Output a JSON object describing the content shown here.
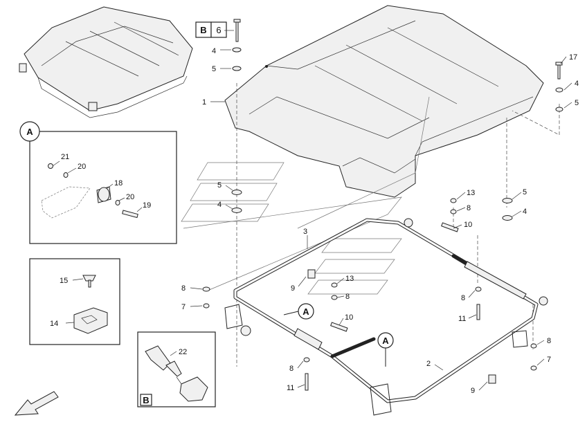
{
  "ref_box": {
    "letter": "B",
    "number": "6"
  },
  "detail_labels": {
    "a": "A",
    "b": "B"
  },
  "callouts": {
    "top_screw": "6",
    "top_left_4": "4",
    "top_left_5": "5",
    "canopy": "1",
    "right_17": "17",
    "right_4": "4",
    "right_5": "5",
    "mid_5": "5",
    "mid_4": "4",
    "frame_3": "3",
    "nut_13a": "13",
    "nut_8a": "8",
    "clip_10a": "10",
    "right_5b": "5",
    "right_4b": "4",
    "left_8": "8",
    "left_7": "7",
    "pad_9a": "9",
    "nut_13b": "13",
    "nut_8b": "8",
    "right_8": "8",
    "bolt_11a": "11",
    "clip_10b": "10",
    "far_8": "8",
    "far_7": "7",
    "frame_2": "2",
    "low_8": "8",
    "bolt_11b": "11",
    "pad_9b": "9",
    "a_21": "21",
    "a_20": "20",
    "a_18": "18",
    "a_20b": "20",
    "a_19": "19",
    "d_15": "15",
    "d_14": "14",
    "b_22": "22"
  }
}
